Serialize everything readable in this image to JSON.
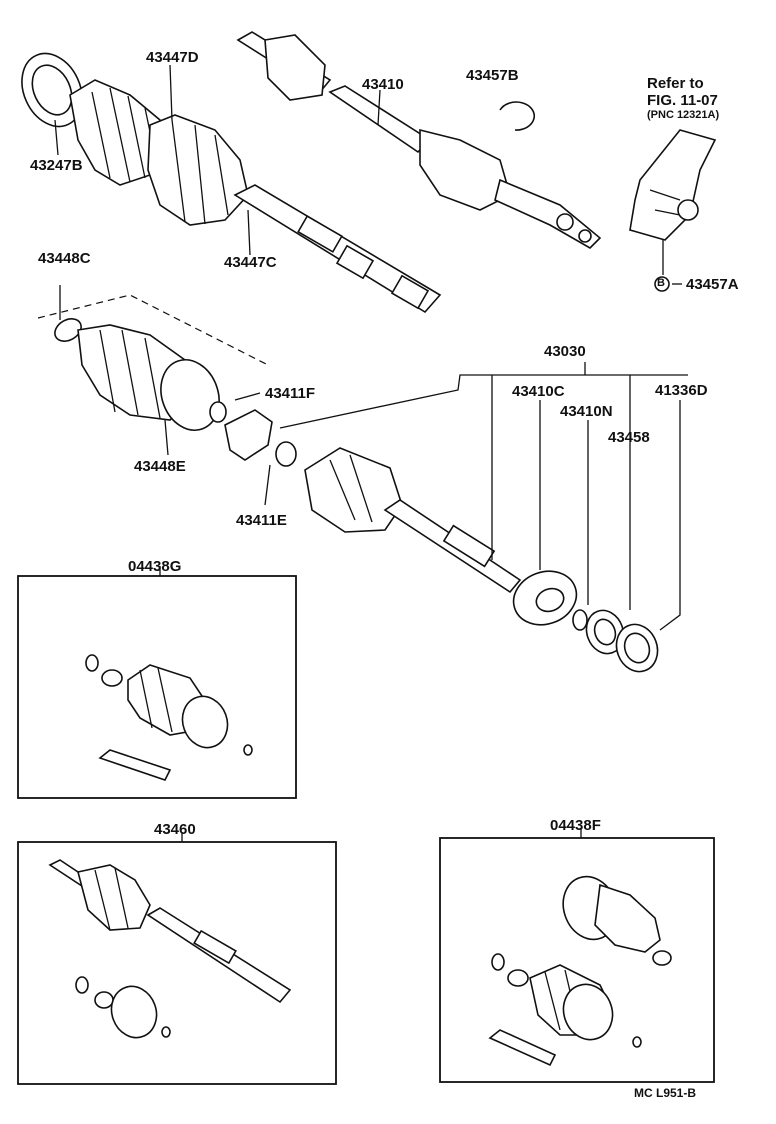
{
  "labels": {
    "p43447D": "43447D",
    "p43247B": "43247B",
    "p43447C": "43447C",
    "p43410": "43410",
    "p43457B": "43457B",
    "ref_line1": "Refer to",
    "ref_line2": "FIG. 11-07",
    "ref_line3": "(PNC 12321A)",
    "p43457A": "43457A",
    "p43448C": "43448C",
    "p43411F": "43411F",
    "p43448E": "43448E",
    "p43411E": "43411E",
    "p43030": "43030",
    "p43410C": "43410C",
    "p43410N": "43410N",
    "p41336D": "41336D",
    "p43458": "43458",
    "p04438G": "04438G",
    "p43460": "43460",
    "p04438F": "04438F",
    "figure_code": "MC L951-B",
    "circle_marker": "B"
  }
}
